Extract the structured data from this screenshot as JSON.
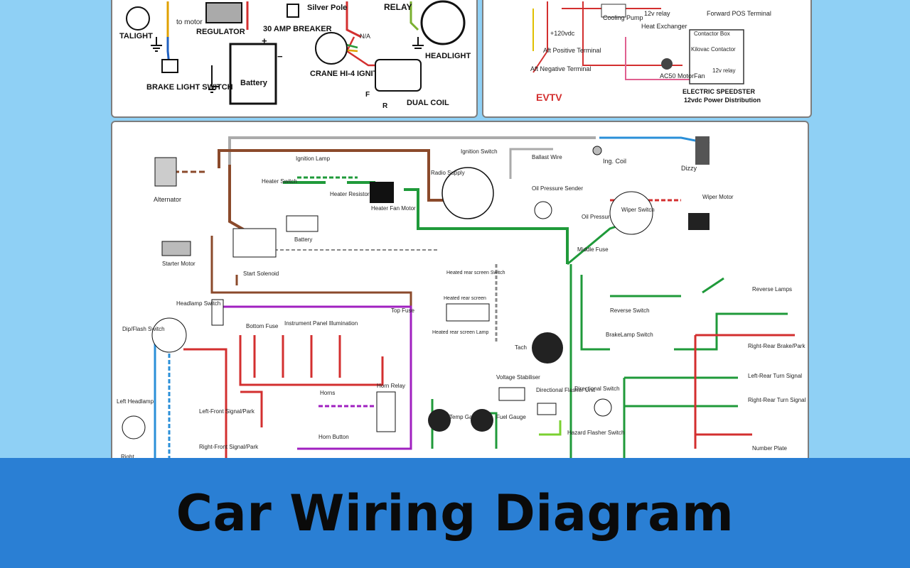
{
  "top_left_panel": {
    "labels": {
      "tailight": "TALIGHT",
      "to_motor": "to motor",
      "regulator": "REGULATOR",
      "silver_pole": "Silver Pole",
      "relay": "RELAY",
      "breaker": "30 AMP BREAKER",
      "headlight": "HEADLIGHT",
      "na": "N/A",
      "battery": "Battery",
      "plus": "+",
      "minus": "−",
      "brake_switch": "BRAKE LIGHT SWITCH",
      "crane": "CRANE HI-4 IGNITION",
      "dual_coil": "DUAL COIL",
      "f": "F",
      "r": "R"
    }
  },
  "top_right_panel": {
    "labels": {
      "cooling_pump": "Cooling Pump",
      "relay_12v": "12v relay",
      "fwd_pos": "Forward POS Terminal",
      "heat_exchanger": "Heat Exchanger",
      "contactor_box": "Contactor Box",
      "kilovac": "Kilovac Contactor",
      "v120": "+120vdc",
      "aft_pos": "Aft Positive Terminal",
      "aft_neg": "Aft Negative Terminal",
      "ac50": "AC50 MotorFan",
      "v12relay2": "12v relay",
      "evtv": "EVTV",
      "speedster": "ELECTRIC SPEEDSTER",
      "distribution": "12vdc Power Distribution"
    }
  },
  "main_panel": {
    "labels": {
      "ign_coil": "Ing. Coil",
      "dizzy": "Dizzy",
      "ballast": "Ballast Wire",
      "ignition_switch": "Ignition Switch",
      "ignition_lamp": "Ignition Lamp",
      "alternator": "Alternator",
      "heater_switch": "Heater Switch",
      "heater_resistor": "Heater Resistor",
      "heater_fan": "Heater Fan Motor",
      "radio_supply": "Radio Supply",
      "battery": "Battery",
      "oil_sender": "Oil Pressure Sender",
      "oil_lamp": "Oil Pressure Lamp",
      "wiper_switch": "Wiper Switch",
      "wiper_motor": "Wiper Motor",
      "starter": "Starter Motor",
      "start_solenoid": "Start Solenoid",
      "middle_fuse": "Middle Fuse",
      "heated_switch": "Heated rear screen Switch",
      "heated_screen": "Heated rear screen",
      "heated_lamp": "Heated rear screen Lamp",
      "tach": "Tach",
      "reverse_switch": "Reverse Switch",
      "reverse_lamps": "Reverse Lamps",
      "headlamp_switch": "Headlamp Switch",
      "dip_flash": "Dip/Flash Switch",
      "bottom_fuse": "Bottom Fuse",
      "instrument_illum": "Instrument Panel Illumination",
      "top_fuse": "Top Fuse",
      "brakelamp_switch": "BrakeLamp Switch",
      "rr_brake": "Right-Rear Brake/Park",
      "lr_turn": "Left-Rear Turn Signal",
      "rr_turn": "Right-Rear Turn Signal",
      "horns": "Horns",
      "horn_relay": "Horn Relay",
      "horn_button": "Horn Button",
      "voltage_stab": "Voltage Stabiliser",
      "dir_flasher": "Directional Flasher Unit",
      "dir_switch": "Directional Switch",
      "hazard": "Hazard Flasher Switch",
      "temp_gauge": "Temp Gauge",
      "fuel_gauge": "Fuel Gauge",
      "left_headlamp": "Left Headlamp",
      "right": "Right",
      "lf_signal": "Left-Front Signal/Park",
      "rf_signal": "Right-Front Signal/Park",
      "number_plate": "Number Plate"
    }
  },
  "banner": {
    "title": "Car Wiring Diagram",
    "background": "#2a7fd4"
  },
  "colors": {
    "background": "#8fd0f5",
    "wire_brown": "#8b4a2b",
    "wire_green": "#1f9a3a",
    "wire_red": "#d32f2f",
    "wire_purple": "#a020c0",
    "wire_blue": "#2a8fd8"
  }
}
